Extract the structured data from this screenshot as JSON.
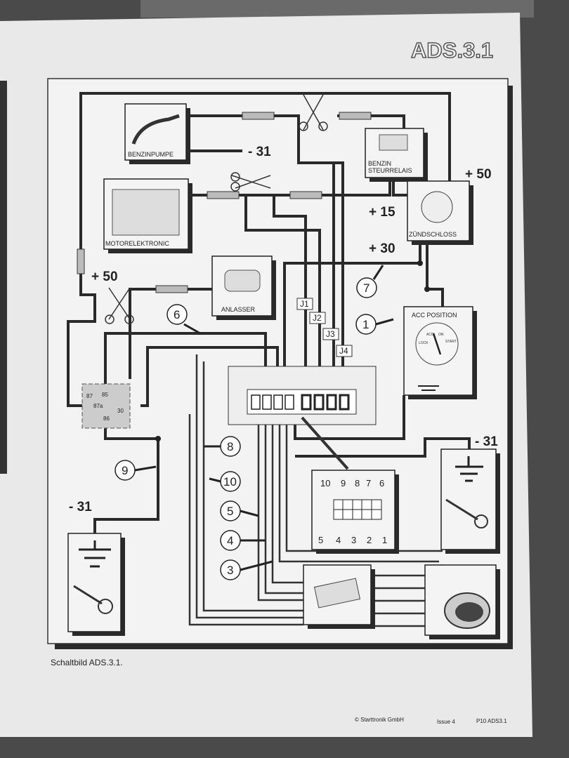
{
  "title": "ADS.3.1",
  "components": {
    "fuel_pump": "BENZINPUMPE",
    "engine": "MOTORELEKTRONIC",
    "starter": "ANLASSER",
    "fuel_relay_1": "BENZIN",
    "fuel_relay_2": "STEURRELAIS",
    "ignition": "ZÜNDSCHLOSS",
    "acc": "ACC POSITION",
    "acc_dial": [
      "LOCK",
      "ACC",
      "ON",
      "START"
    ]
  },
  "terminals": {
    "minus31_pump": "- 31",
    "plus50_ign": "+ 50",
    "plus15": "+ 15",
    "plus30": "+ 30",
    "plus50_relay": "+ 50",
    "minus31_right": "- 31",
    "minus31_left": "- 31"
  },
  "relay_pins": [
    "87",
    "85",
    "87a",
    "30",
    "86"
  ],
  "jumpers": [
    "J1",
    "J2",
    "J3",
    "J4"
  ],
  "callouts": [
    "6",
    "7",
    "1",
    "8",
    "9",
    "10",
    "5",
    "4",
    "3"
  ],
  "pin_top": [
    "10",
    "9",
    "8",
    "7",
    "6"
  ],
  "pin_bottom": [
    "5",
    "4",
    "3",
    "2",
    "1"
  ],
  "caption": "Schaltbild ADS.3.1.",
  "footer": {
    "copyright": "© Starttronik GmbH",
    "issue": "Issue 4",
    "code": "P10 ADS3.1"
  }
}
